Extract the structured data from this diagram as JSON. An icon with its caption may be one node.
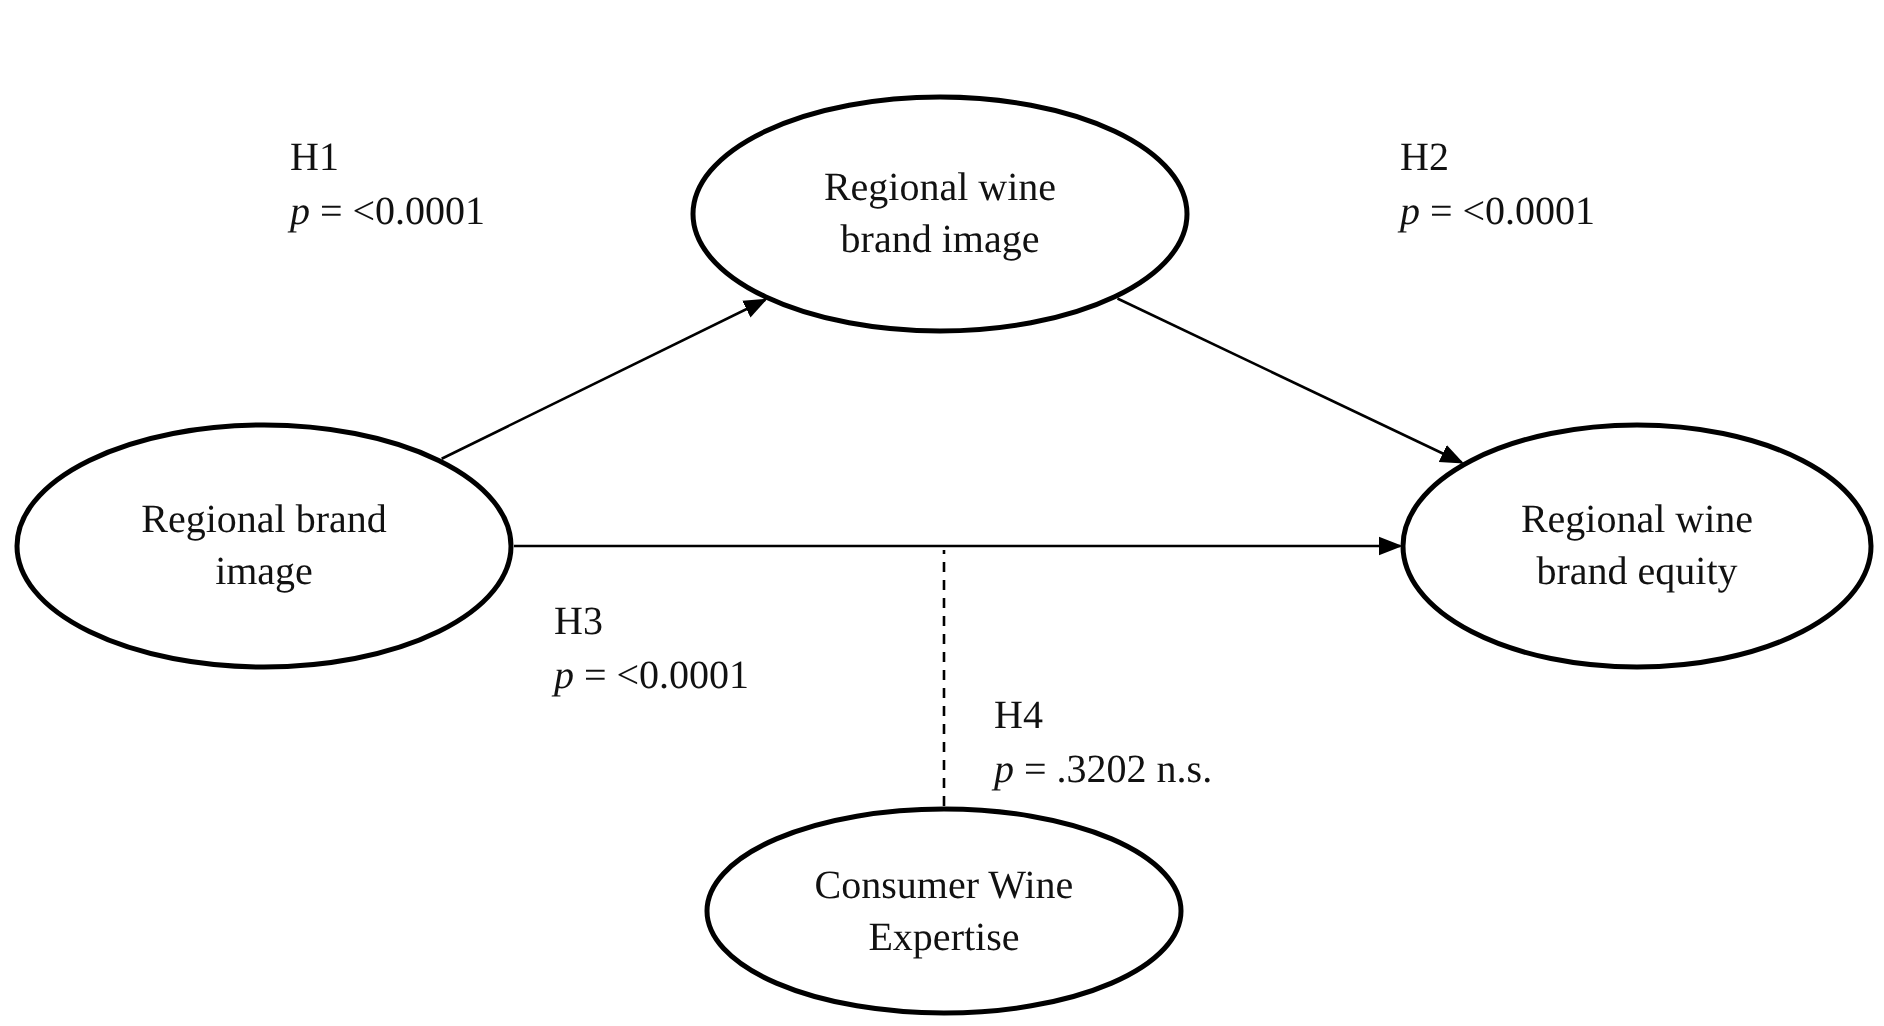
{
  "diagram": {
    "nodes": [
      {
        "text": [
          "Regional brand image"
        ]
      },
      {
        "text": [
          "Regional wine brand image"
        ]
      },
      {
        "text": [
          "Regional wine brand equity"
        ]
      },
      {
        "text": [
          "Consumer Wine Expertise"
        ]
      }
    ],
    "edges": [
      {
        "from": 0,
        "to": 1,
        "arrow": "to",
        "label": "H1 *p* = <0.0001"
      },
      {
        "from": 1,
        "to": 2,
        "arrow": "to",
        "label": "H2 *p* = <0.0001"
      },
      {
        "from": 0,
        "to": 2,
        "arrow": "to",
        "label": "H3 *p* = <0.0001"
      },
      {
        "from": 3,
        "to": null,
        "arrow": "none",
        "style": "dashed",
        "label": "H4 *p* = .3202 n.s."
      }
    ]
  }
}
